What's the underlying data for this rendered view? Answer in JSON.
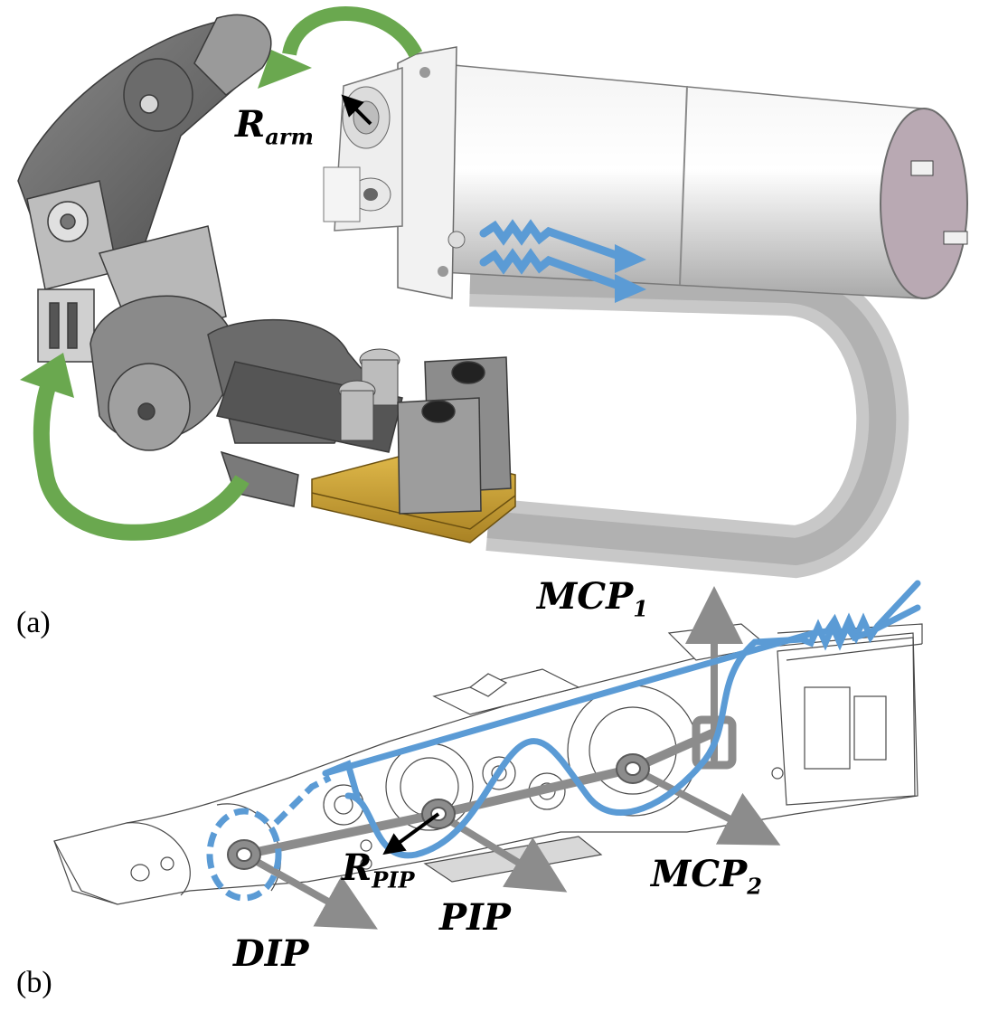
{
  "panels": {
    "a": "(a)",
    "b": "(b)"
  },
  "labels": {
    "r_arm": {
      "base": "R",
      "sub": "arm"
    },
    "mcp1": {
      "base": "MCP",
      "sub": "1"
    },
    "mcp2": {
      "base": "MCP",
      "sub": "2"
    },
    "r_pip": {
      "base": "R",
      "sub": "PIP"
    },
    "pip": "PIP",
    "dip": "DIP"
  },
  "colors": {
    "tendon_blue": "#5b9bd5",
    "rotation_green": "#6aa84f",
    "axis_gray": "#8c8c8c",
    "tube_gray": "#b0b0b0",
    "motor_silver": "#e8e8e8",
    "motor_cap": "#b9a9b3",
    "finger_dark": "#6e6e6e",
    "gold_plate": "#c8a23c"
  }
}
